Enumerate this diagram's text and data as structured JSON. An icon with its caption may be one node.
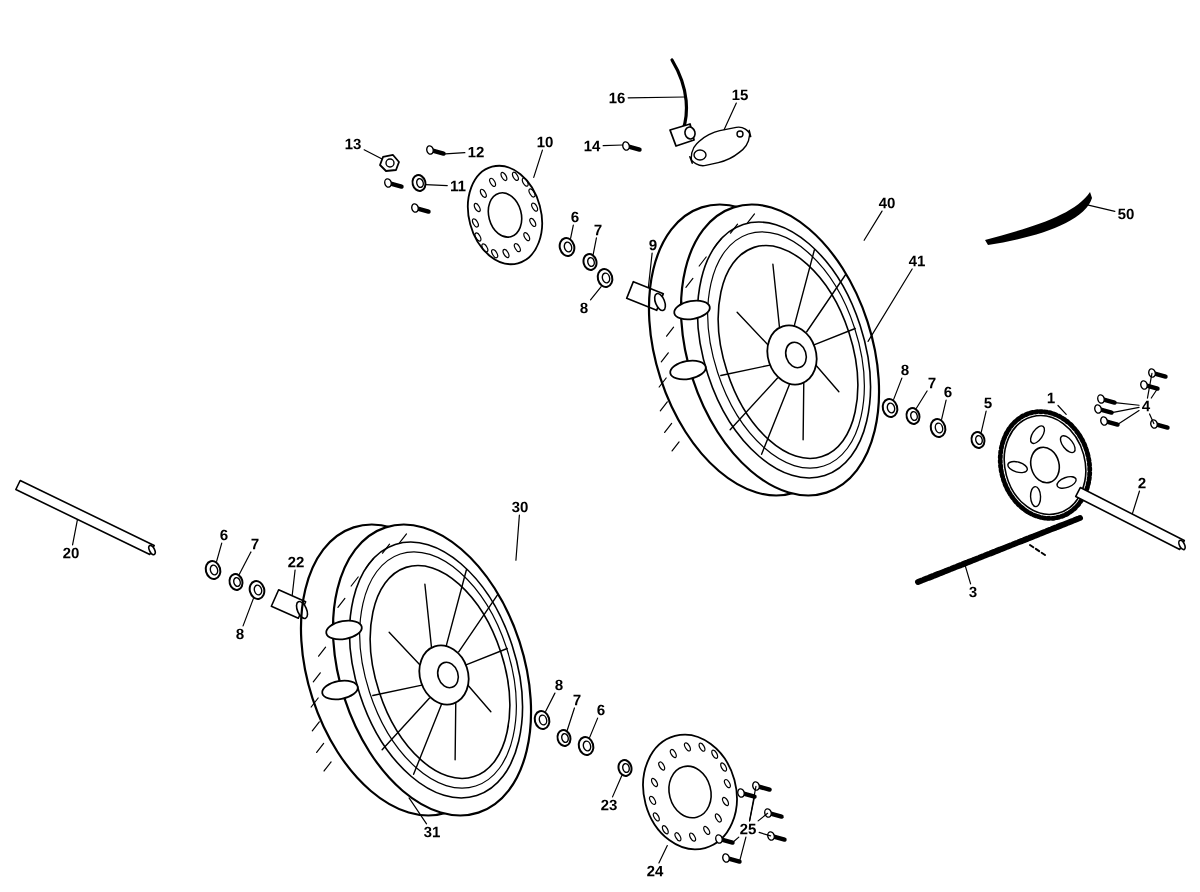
{
  "diagram": {
    "nodes": [
      {
        "text": [
          "16"
        ]
      },
      {
        "text": [
          "15"
        ]
      },
      {
        "text": [
          "14"
        ]
      },
      {
        "text": [
          "13"
        ]
      },
      {
        "text": [
          "12"
        ]
      },
      {
        "text": [
          "11"
        ]
      },
      {
        "text": [
          "10"
        ]
      },
      {
        "text": [
          "6"
        ]
      },
      {
        "text": [
          "7"
        ]
      },
      {
        "text": [
          "8"
        ]
      },
      {
        "text": [
          "9"
        ]
      },
      {
        "text": [
          "40"
        ]
      },
      {
        "text": [
          "41"
        ]
      },
      {
        "text": [
          "50"
        ]
      },
      {
        "text": [
          "8"
        ]
      },
      {
        "text": [
          "7"
        ]
      },
      {
        "text": [
          "6"
        ]
      },
      {
        "text": [
          "5"
        ]
      },
      {
        "text": [
          "1"
        ]
      },
      {
        "text": [
          "4"
        ]
      },
      {
        "text": [
          "2"
        ]
      },
      {
        "text": [
          "3"
        ]
      },
      {
        "text": [
          "20"
        ]
      },
      {
        "text": [
          "6"
        ]
      },
      {
        "text": [
          "7"
        ]
      },
      {
        "text": [
          "8"
        ]
      },
      {
        "text": [
          "22"
        ]
      },
      {
        "text": [
          "30"
        ]
      },
      {
        "text": [
          "31"
        ]
      },
      {
        "text": [
          "8"
        ]
      },
      {
        "text": [
          "7"
        ]
      },
      {
        "text": [
          "6"
        ]
      },
      {
        "text": [
          "23"
        ]
      },
      {
        "text": [
          "24"
        ]
      },
      {
        "text": [
          "25"
        ]
      },
      {
        "text": [],
        "shape": "picture"
      },
      {
        "text": [],
        "shape": "picture"
      },
      {
        "text": [],
        "shape": "picture"
      },
      {
        "text": [],
        "shape": "picture"
      },
      {
        "text": [],
        "shape": "picture"
      },
      {
        "text": [],
        "shape": "picture"
      },
      {
        "text": [],
        "shape": "picture"
      },
      {
        "text": [],
        "shape": "picture"
      },
      {
        "text": [],
        "shape": "picture"
      },
      {
        "text": [],
        "shape": "picture"
      },
      {
        "text": [],
        "shape": "picture"
      },
      {
        "text": [],
        "shape": "picture"
      },
      {
        "text": [],
        "shape": "picture"
      },
      {
        "text": [],
        "shape": "picture"
      },
      {
        "text": [],
        "shape": "picture"
      },
      {
        "text": [],
        "shape": "picture"
      },
      {
        "text": [],
        "shape": "picture"
      },
      {
        "text": [],
        "shape": "picture"
      },
      {
        "text": [],
        "shape": "picture"
      },
      {
        "text": [],
        "shape": "picture"
      },
      {
        "text": [],
        "shape": "picture"
      },
      {
        "text": [],
        "shape": "picture"
      },
      {
        "text": [],
        "shape": "picture"
      },
      {
        "text": [],
        "shape": "picture"
      },
      {
        "text": [],
        "shape": "picture"
      },
      {
        "text": [],
        "shape": "picture"
      },
      {
        "text": [],
        "shape": "picture"
      },
      {
        "text": [],
        "shape": "picture"
      },
      {
        "text": [],
        "shape": "picture"
      },
      {
        "text": [],
        "shape": "picture"
      },
      {
        "text": [],
        "shape": "picture"
      },
      {
        "text": [],
        "shape": "picture"
      },
      {
        "text": [],
        "shape": "picture"
      },
      {
        "text": [],
        "shape": "picture"
      },
      {
        "text": [],
        "shape": "picture"
      },
      {
        "text": [],
        "shape": "picture"
      },
      {
        "text": [],
        "shape": "picture"
      },
      {
        "text": [],
        "shape": "picture"
      },
      {
        "text": [],
        "shape": "picture"
      },
      {
        "text": [],
        "shape": "picture"
      },
      {
        "text": [],
        "shape": "picture"
      },
      {
        "text": [],
        "shape": "picture"
      },
      {
        "text": [],
        "shape": "picture"
      }
    ],
    "edges": [
      {
        "from": 0,
        "to": 35,
        "arrow": "none"
      },
      {
        "from": 1,
        "to": 36,
        "arrow": "none"
      },
      {
        "from": 2,
        "to": 37,
        "arrow": "none"
      },
      {
        "from": 3,
        "to": 38,
        "arrow": "none"
      },
      {
        "from": 4,
        "to": 39,
        "arrow": "none"
      },
      {
        "from": 5,
        "to": 40,
        "arrow": "none"
      },
      {
        "from": 6,
        "to": 41,
        "arrow": "none"
      },
      {
        "from": 7,
        "to": 42,
        "arrow": "none"
      },
      {
        "from": 8,
        "to": 43,
        "arrow": "none"
      },
      {
        "from": 9,
        "to": 44,
        "arrow": "none"
      },
      {
        "from": 10,
        "to": 45,
        "arrow": "none"
      },
      {
        "from": 11,
        "to": 46,
        "arrow": "none"
      },
      {
        "from": 12,
        "to": 46,
        "arrow": "none"
      },
      {
        "from": 13,
        "to": 47,
        "arrow": "none"
      },
      {
        "from": 14,
        "to": 48,
        "arrow": "none"
      },
      {
        "from": 15,
        "to": 49,
        "arrow": "none"
      },
      {
        "from": 16,
        "to": 50,
        "arrow": "none"
      },
      {
        "from": 17,
        "to": 51,
        "arrow": "none"
      },
      {
        "from": 18,
        "to": 52,
        "arrow": "none"
      },
      {
        "from": 19,
        "to": 53,
        "arrow": "none"
      },
      {
        "from": 19,
        "to": 54,
        "arrow": "none"
      },
      {
        "from": 19,
        "to": 55,
        "arrow": "none"
      },
      {
        "from": 19,
        "to": 56,
        "arrow": "none"
      },
      {
        "from": 19,
        "to": 57,
        "arrow": "none"
      },
      {
        "from": 19,
        "to": 58,
        "arrow": "none"
      },
      {
        "from": 20,
        "to": 59,
        "arrow": "none"
      },
      {
        "from": 21,
        "to": 60,
        "arrow": "none"
      },
      {
        "from": 22,
        "to": 61,
        "arrow": "none"
      },
      {
        "from": 23,
        "to": 62,
        "arrow": "none"
      },
      {
        "from": 24,
        "to": 63,
        "arrow": "none"
      },
      {
        "from": 25,
        "to": 64,
        "arrow": "none"
      },
      {
        "from": 26,
        "to": 65,
        "arrow": "none"
      },
      {
        "from": 27,
        "to": 66,
        "arrow": "none"
      },
      {
        "from": 28,
        "to": 66,
        "arrow": "none"
      },
      {
        "from": 29,
        "to": 67,
        "arrow": "none"
      },
      {
        "from": 30,
        "to": 68,
        "arrow": "none"
      },
      {
        "from": 31,
        "to": 69,
        "arrow": "none"
      },
      {
        "from": 32,
        "to": 70,
        "arrow": "none"
      },
      {
        "from": 33,
        "to": 71,
        "arrow": "none"
      },
      {
        "from": 34,
        "to": 72,
        "arrow": "none"
      },
      {
        "from": 34,
        "to": 73,
        "arrow": "none"
      },
      {
        "from": 34,
        "to": 74,
        "arrow": "none"
      },
      {
        "from": 34,
        "to": 75,
        "arrow": "none"
      },
      {
        "from": 34,
        "to": 76,
        "arrow": "none"
      },
      {
        "from": 34,
        "to": 77,
        "arrow": "none"
      }
    ]
  }
}
